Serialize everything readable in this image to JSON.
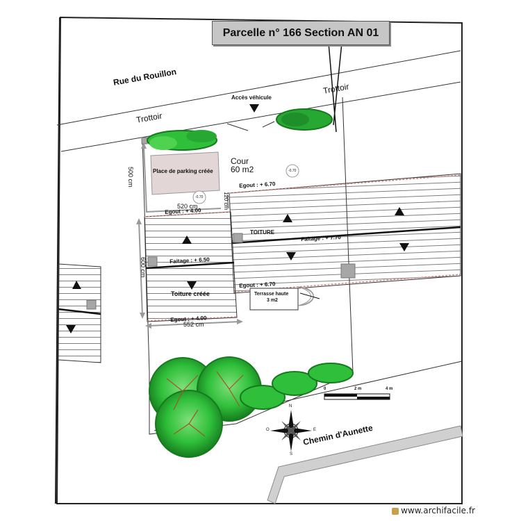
{
  "title": "Parcelle n° 166 Section AN 01",
  "streets": {
    "top": "Rue du Rouillon",
    "bottom": "Chemin d'Aunette"
  },
  "sidewalk": {
    "left": "Trottoir",
    "right": "Trottoir"
  },
  "access": "Accès véhicule",
  "courtyard": {
    "name": "Cour",
    "area": "60 m2"
  },
  "parking": "Place de parking créée",
  "spot_levels": {
    "court": "-0.70",
    "parking": "-0.70"
  },
  "dimensions": {
    "parking_depth": "500 cm",
    "parking_width": "520 cm",
    "new_roof_depth": "600 cm",
    "new_roof_width": "552 cm",
    "gap": "120 cm"
  },
  "roof": {
    "main_label": "TOITURE",
    "new_label": "Toiture créée",
    "main_ridge": "Faitage : + 7.70",
    "main_eave_top": "Egout : + 6.70",
    "main_eave_bottom": "Egout : + 6.70",
    "new_ridge": "Faitage : + 6.50",
    "new_eave_top": "Egout : + 4.00",
    "new_eave_bottom": "Egout : + 4.00"
  },
  "terrace": {
    "name": "Terrasse haute",
    "area": "3 m2"
  },
  "scale": {
    "zero": "0",
    "mid": "2 m",
    "end": "4 m"
  },
  "compass": {
    "north": "N",
    "south": "S",
    "east": "E",
    "west": "O"
  },
  "watermark": "www.archifacile.fr",
  "colors": {
    "tree": "#2fbf3a",
    "tree_dark": "#167a1e",
    "parking_fill": "#e2d6d6",
    "vent_gray": "#a6a6a6"
  }
}
